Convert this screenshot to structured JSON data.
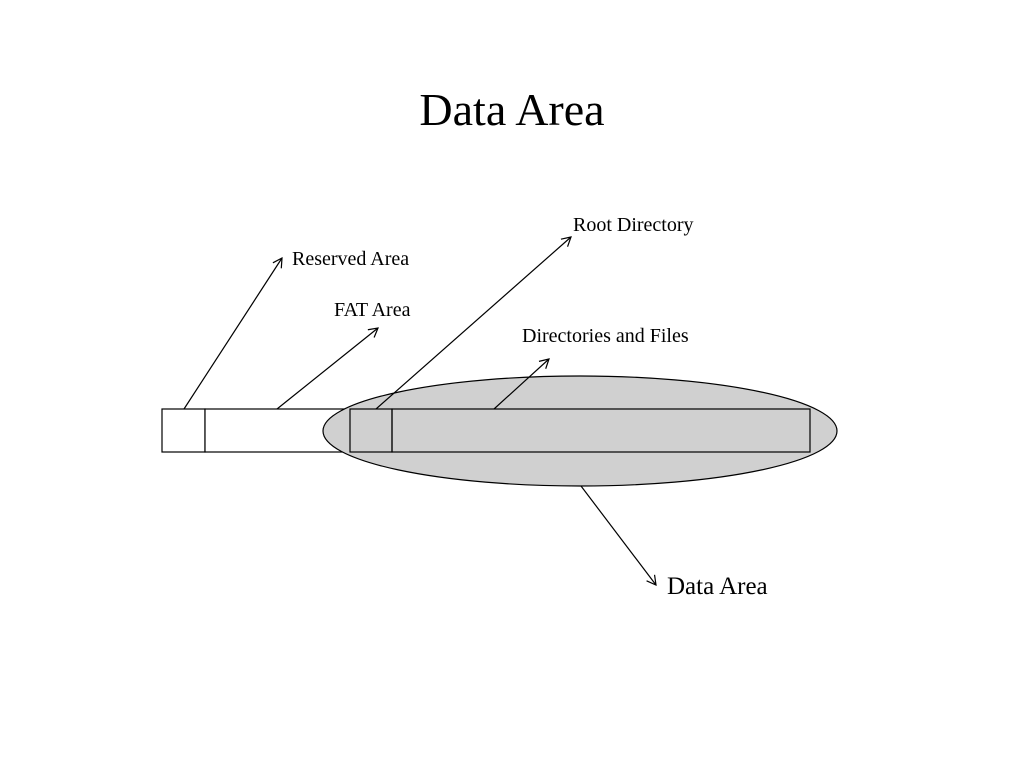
{
  "slide": {
    "title": "Data Area"
  },
  "diagram": {
    "labels": {
      "reserved_area": "Reserved Area",
      "fat_area": "FAT Area",
      "root_directory": "Root Directory",
      "directories_and_files": "Directories and Files",
      "data_area": "Data Area"
    },
    "colors": {
      "highlight_fill": "#d0d0d0",
      "stroke": "#000000"
    }
  }
}
